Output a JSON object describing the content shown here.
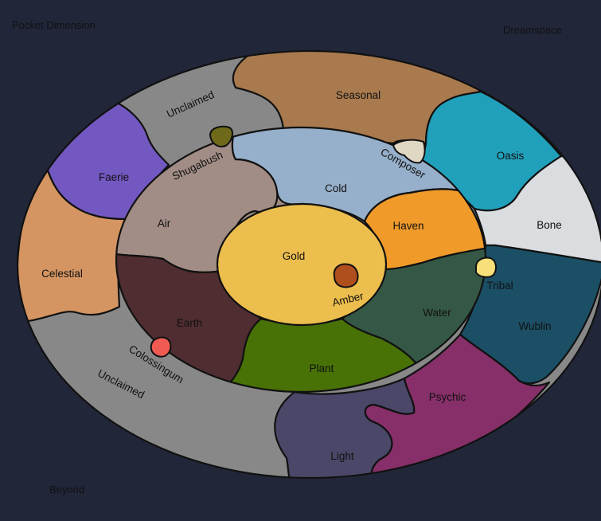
{
  "map": {
    "outer_labels": {
      "pocket_dimension": "Pocket Dimension",
      "dreamspace": "Dreamspace",
      "beyond": "Beyond"
    },
    "outer_ring": {
      "unclaimed_top": "Unclaimed",
      "seasonal": "Seasonal",
      "faerie": "Faerie",
      "oasis": "Oasis",
      "celestial": "Celestial",
      "bone": "Bone",
      "wublin": "Wublin",
      "unclaimed_bottom": "Unclaimed",
      "psychic": "Psychic",
      "light": "Light"
    },
    "middle_ring": {
      "air": "Air",
      "cold": "Cold",
      "haven": "Haven",
      "water": "Water",
      "plant": "Plant",
      "earth": "Earth"
    },
    "center": {
      "gold": "Gold",
      "amber": "Amber"
    },
    "markers": {
      "shugabush": "Shugabush",
      "composer": "Composer",
      "tribal": "Tribal",
      "colossingum": "Colossingum"
    },
    "colors": {
      "background": "#222639",
      "unclaimed": "#888888",
      "seasonal": "#a97a4e",
      "faerie": "#7358c2",
      "oasis": "#21a0bb",
      "celestial": "#d49562",
      "bone": "#dadde0",
      "wublin": "#1b4f66",
      "psychic": "#862f68",
      "light": "#4a4768",
      "air": "#a18d85",
      "cold": "#96afca",
      "haven": "#f09a2a",
      "water": "#355846",
      "plant": "#487106",
      "earth": "#4f2d31",
      "gold": "#ecbe4d",
      "amber_marker": "#b04f1e",
      "shugabush_marker": "#6e6a1a",
      "composer_marker": "#e1d8c4",
      "tribal_marker": "#f7df7a",
      "colossingum_marker": "#ef5b52"
    }
  }
}
